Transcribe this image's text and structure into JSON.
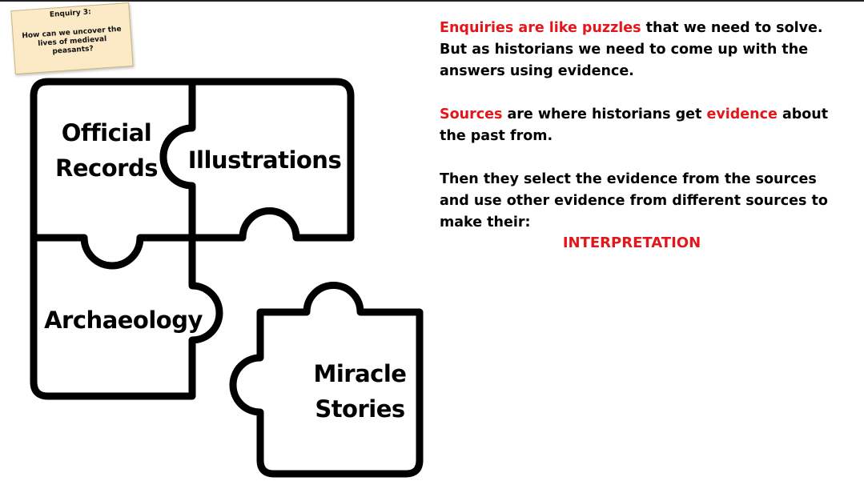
{
  "sticky_note": {
    "title": "Enquiry 3:",
    "question": "How can we uncover the lives of medieval peasants?"
  },
  "puzzle": {
    "pieces": [
      {
        "label_line1": "Official",
        "label_line2": "Records"
      },
      {
        "label": "Illustrations"
      },
      {
        "label": "Archaeology"
      },
      {
        "label_line1": "Miracle",
        "label_line2": "Stories"
      }
    ]
  },
  "text": {
    "p1_red": "Enquiries are like puzzles",
    "p1_rest": " that we need to solve. But as historians we need to come up with the answers using evidence.",
    "p2_red1": "Sources",
    "p2_mid": " are where historians get ",
    "p2_red2": "evidence",
    "p2_rest": " about the past from.",
    "p3": "Then they select the evidence from the sources and use other evidence from different sources to make their:",
    "interpretation": "INTERPRETATION"
  },
  "colors": {
    "accent_red": "#e3171b",
    "sticky_note": "#fbeac5"
  }
}
